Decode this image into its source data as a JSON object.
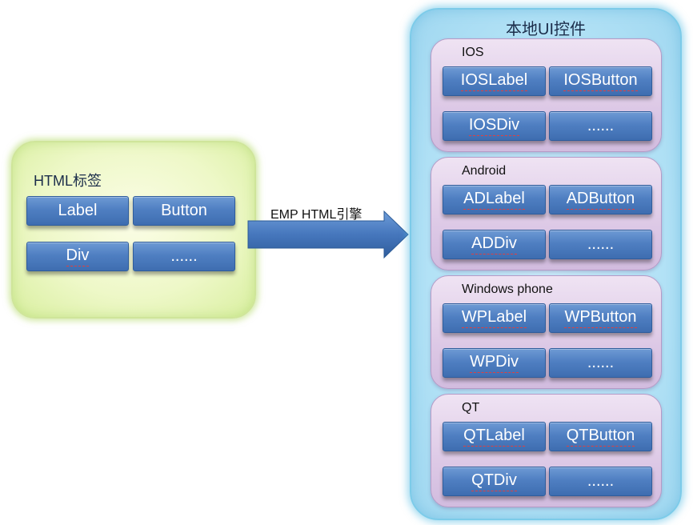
{
  "html_panel": {
    "title": "HTML标签",
    "tiles": [
      "Label",
      "Button",
      "Div",
      "......"
    ]
  },
  "arrow": {
    "label": "EMP HTML引擎"
  },
  "native_panel": {
    "title": "本地UI控件",
    "platforms": [
      {
        "name": "IOS",
        "tiles": [
          "IOSLabel",
          "IOSButton",
          "IOSDiv",
          "......"
        ]
      },
      {
        "name": "Android",
        "tiles": [
          "ADLabel",
          "ADButton",
          "ADDiv",
          "......"
        ]
      },
      {
        "name": "Windows phone",
        "tiles": [
          "WPLabel",
          "WPButton",
          "WPDiv",
          "......"
        ]
      },
      {
        "name": "QT",
        "tiles": [
          "QTLabel",
          "QTButton",
          "QTDiv",
          "......"
        ]
      }
    ]
  },
  "colors": {
    "html_panel_fill": "#eef8c8",
    "native_panel_fill": "#b3e2f6",
    "platform_fill": "#ddc9e6",
    "tile_fill": "#4f7fc2",
    "arrow_fill": "#3f6fb5"
  }
}
